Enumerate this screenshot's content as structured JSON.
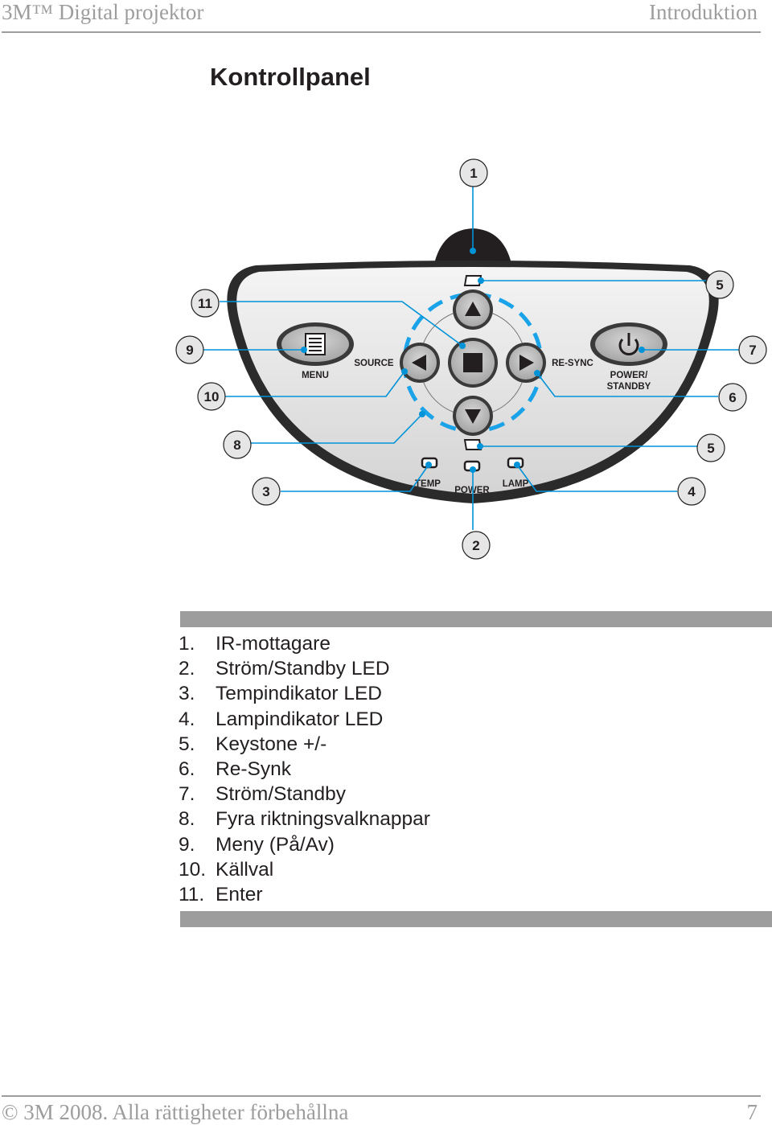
{
  "header": {
    "left": "3M™ Digital projektor",
    "right": "Introduktion"
  },
  "title": "Kontrollpanel",
  "panel": {
    "labels": {
      "menu": "MENU",
      "source": "SOURCE",
      "resync": "RE-SYNC",
      "power_standby_1": "POWER/",
      "power_standby_2": "STANDBY",
      "temp": "TEMP",
      "power": "POWER",
      "lamp": "LAMP"
    },
    "callouts": {
      "c1": "1",
      "c2": "2",
      "c3": "3",
      "c4": "4",
      "c5a": "5",
      "c5b": "5",
      "c6": "6",
      "c7": "7",
      "c8": "8",
      "c9": "9",
      "c10": "10",
      "c11": "11"
    },
    "colors": {
      "leader": "#0093d8",
      "keystone_ring": "#1aa3e8",
      "body_fill": "#e3e3e3",
      "button_fill": "#b2b2b2"
    }
  },
  "legend": [
    {
      "num": "1.",
      "text": "IR-mottagare"
    },
    {
      "num": "2.",
      "text": "Ström/Standby LED"
    },
    {
      "num": "3.",
      "text": "Tempindikator LED"
    },
    {
      "num": "4.",
      "text": "Lampindikator LED"
    },
    {
      "num": "5.",
      "text": "Keystone +/-"
    },
    {
      "num": "6.",
      "text": "Re-Synk"
    },
    {
      "num": "7.",
      "text": "Ström/Standby"
    },
    {
      "num": "8.",
      "text": "Fyra riktningsvalknappar"
    },
    {
      "num": "9.",
      "text": "Meny (På/Av)"
    },
    {
      "num": "10.",
      "text": "Källval"
    },
    {
      "num": "11.",
      "text": "Enter"
    }
  ],
  "footer": {
    "left": "© 3M 2008.  Alla rättigheter förbehållna",
    "right": "7"
  }
}
